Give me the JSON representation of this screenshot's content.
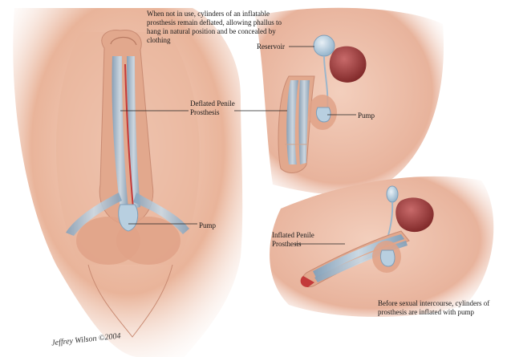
{
  "captions": {
    "top": "When not in use, cylinders of an inflatable prosthesis remain deflated, allowing phallus to hang in natural position and be concealed by clothing",
    "bottom": "Before sexual intercourse, cylinders of prosthesis are inflated with pump"
  },
  "labels": {
    "deflated": "Deflated Penile Prosthesis",
    "pump_front": "Pump",
    "reservoir": "Reservoir",
    "pump_side": "Pump",
    "inflated": "Inflated Penile Prosthesis"
  },
  "signature": "Jeffrey Wilson ©2004",
  "colors": {
    "skin": "#e9b49a",
    "skin_shadow": "#c98b73",
    "skin_light": "#f4d2c1",
    "prosthesis": "#a8c1d6",
    "prosthesis_edge": "#7f9fba",
    "bladder": "#9c3b3b",
    "tubing": "#c33a3a"
  }
}
